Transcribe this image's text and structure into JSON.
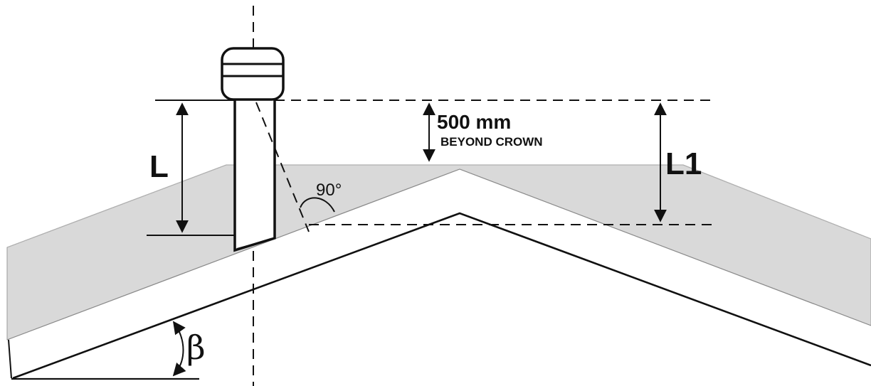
{
  "labels": {
    "l": "L",
    "l1": "L1",
    "clearance_value": "500 mm",
    "clearance_note": "BEYOND CROWN",
    "angle_right": "90°",
    "pitch_symbol": "β"
  },
  "colors": {
    "roof_fill": "#d9d9d9",
    "line": "#111111",
    "background": "#ffffff"
  }
}
